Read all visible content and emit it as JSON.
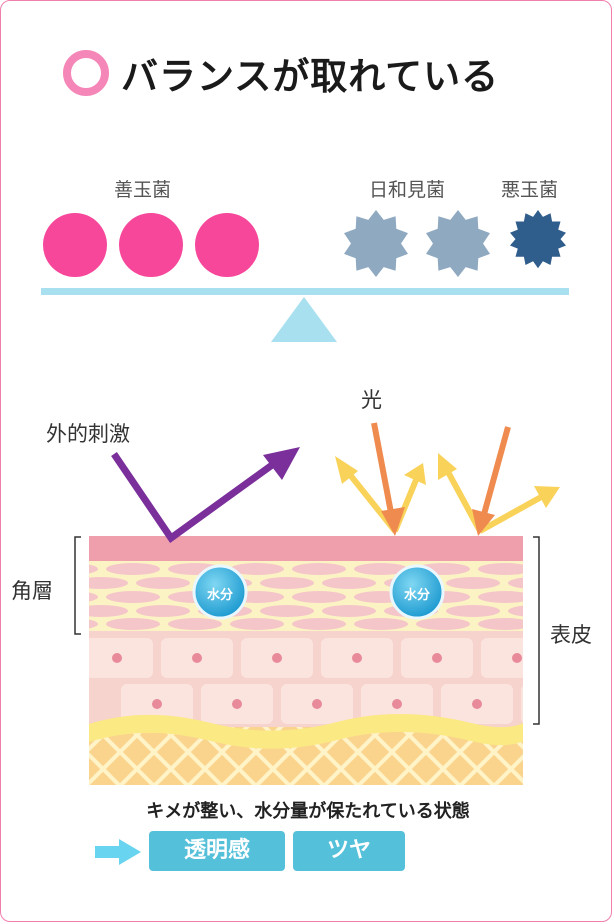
{
  "title": "バランスが取れている",
  "balance": {
    "good_bacteria": "善玉菌",
    "neutral_bacteria": "日和見菌",
    "bad_bacteria": "悪玉菌"
  },
  "skin": {
    "external_stimulus": "外的刺激",
    "light": "光",
    "stratum_corneum": "角層",
    "epidermis": "表皮",
    "moisture": "水分"
  },
  "caption": "キメが整い、水分量が保たれている状態",
  "results": [
    "透明感",
    "ツヤ"
  ],
  "colors": {
    "frame": "#f07fae",
    "good": "#f6479a",
    "neutral": "#8fa9c1",
    "bad": "#2f5d8c",
    "scale": "#a9e0f0",
    "stimulus_arrow": "#7a2f9b",
    "light_arrow": "#ef8b4f",
    "reflect_arrow": "#f9d25a",
    "badge": "#54c0d9"
  }
}
